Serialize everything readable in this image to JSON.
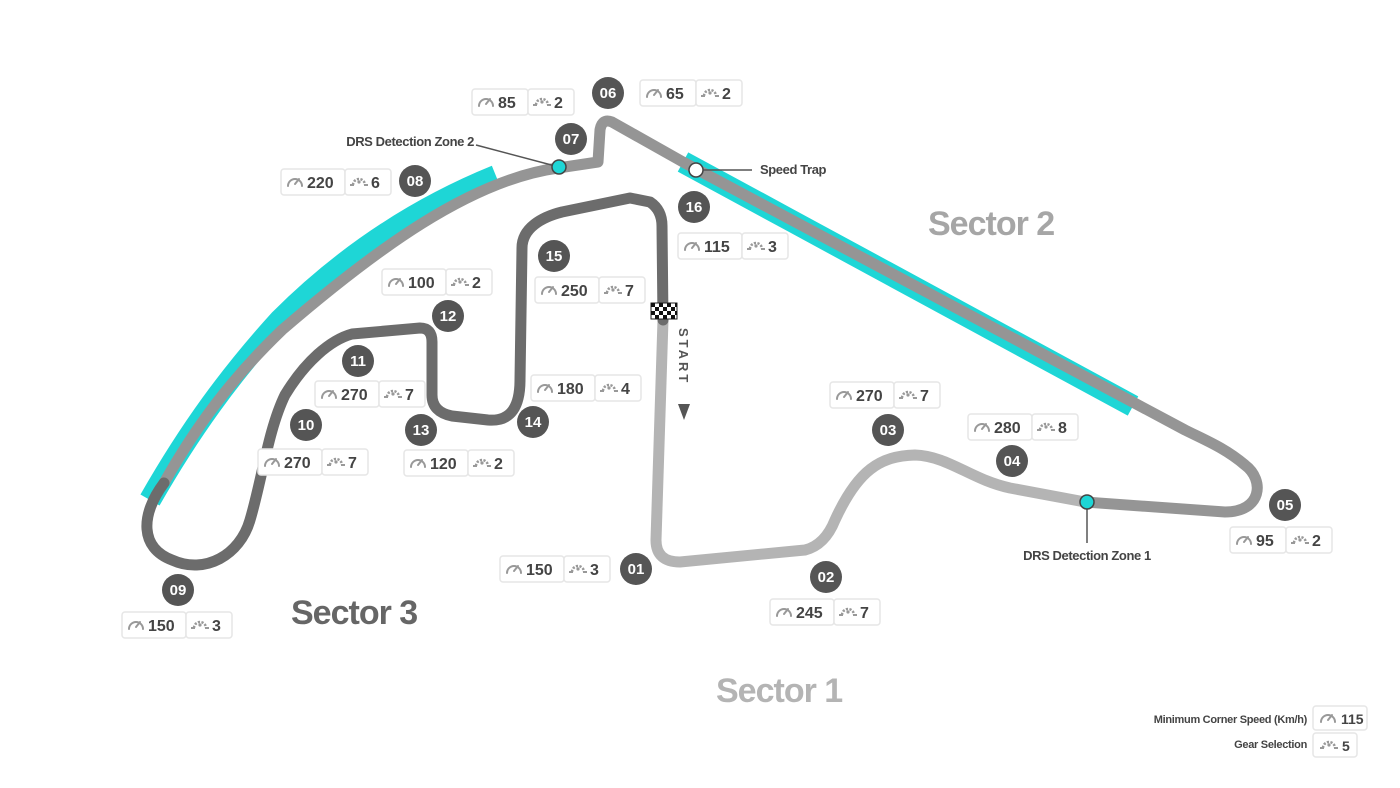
{
  "colors": {
    "sector1": "#b4b4b4",
    "sector2": "#959595",
    "sector3": "#6c6c6c",
    "drs": "#1ed6d6",
    "badge": "#555555",
    "box_border": "#e6e6e6",
    "icon": "#999999"
  },
  "sectors": {
    "s1": "Sector 1",
    "s2": "Sector 2",
    "s3": "Sector 3"
  },
  "start_label": "START",
  "callouts": {
    "drs_zone_1": "DRS Detection Zone 1",
    "drs_zone_2": "DRS Detection Zone 2",
    "speed_trap": "Speed Trap"
  },
  "corners": [
    {
      "number": "01",
      "speed": "150",
      "gear": "3"
    },
    {
      "number": "02",
      "speed": "245",
      "gear": "7"
    },
    {
      "number": "03",
      "speed": "270",
      "gear": "7"
    },
    {
      "number": "04",
      "speed": "280",
      "gear": "8"
    },
    {
      "number": "05",
      "speed": "95",
      "gear": "2"
    },
    {
      "number": "06",
      "speed": "65",
      "gear": "2"
    },
    {
      "number": "07",
      "speed": "85",
      "gear": "2"
    },
    {
      "number": "08",
      "speed": "220",
      "gear": "6"
    },
    {
      "number": "09",
      "speed": "150",
      "gear": "3"
    },
    {
      "number": "10",
      "speed": "270",
      "gear": "7"
    },
    {
      "number": "11",
      "speed": "270",
      "gear": "7"
    },
    {
      "number": "12",
      "speed": "100",
      "gear": "2"
    },
    {
      "number": "13",
      "speed": "120",
      "gear": "2"
    },
    {
      "number": "14",
      "speed": "180",
      "gear": "4"
    },
    {
      "number": "15",
      "speed": "250",
      "gear": "7"
    },
    {
      "number": "16",
      "speed": "115",
      "gear": "3"
    }
  ],
  "legend": {
    "speed_label": "Minimum Corner Speed (Km/h)",
    "speed_value": "115",
    "gear_label": "Gear Selection",
    "gear_value": "5"
  },
  "icons": {
    "speed": "speedometer-icon",
    "gear": "gear-icon",
    "finish": "checkered-flag-icon",
    "direction": "direction-arrow-icon"
  }
}
